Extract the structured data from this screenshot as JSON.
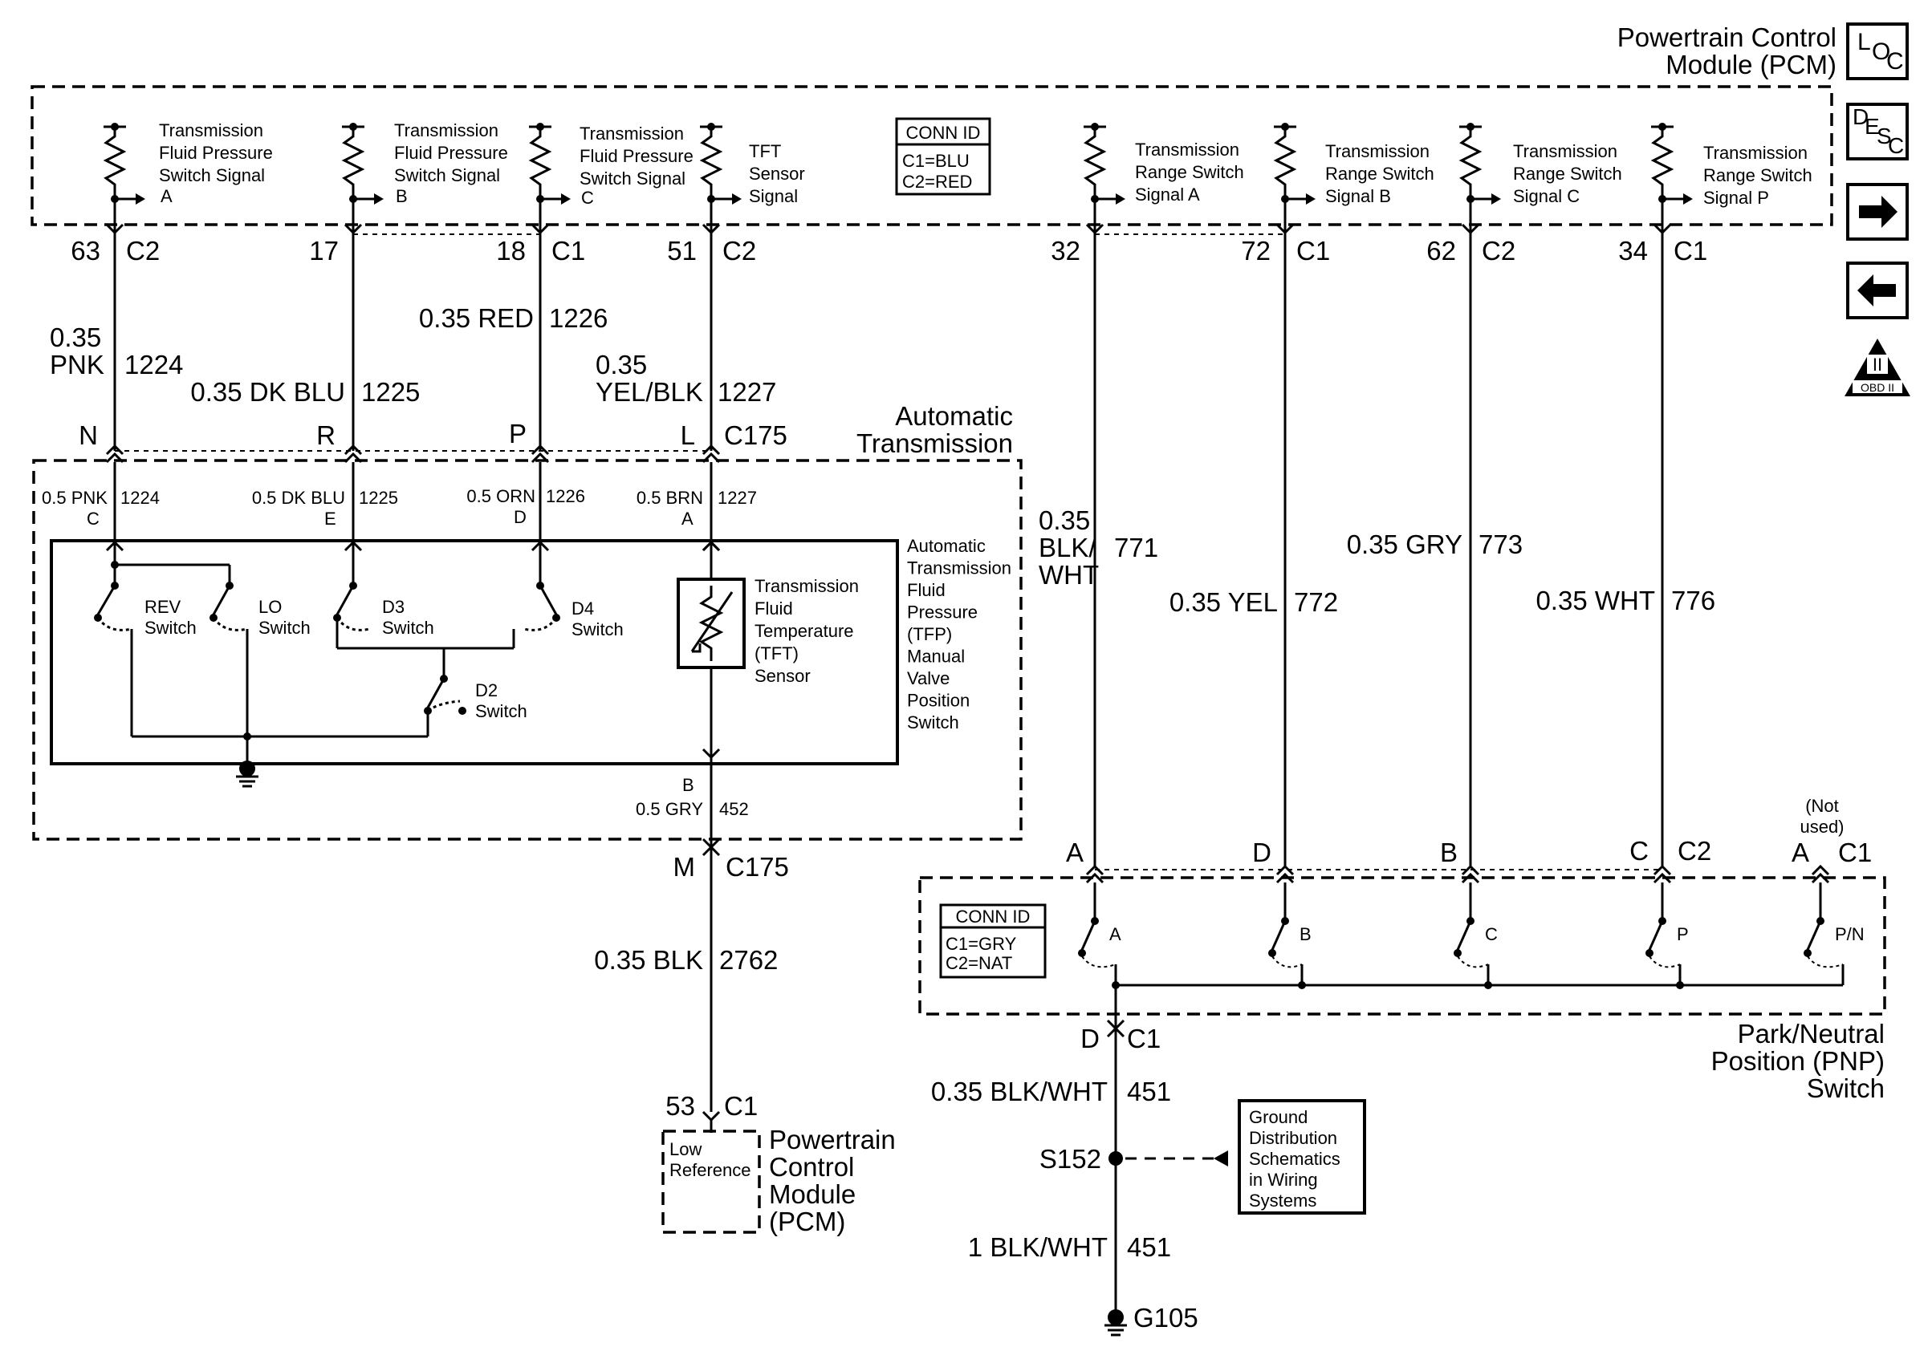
{
  "pcm_top": {
    "title1": "Powertrain Control",
    "title2": "Module (PCM)"
  },
  "legend_icons": {
    "loc": [
      "L",
      "O",
      "C"
    ],
    "desc": [
      "D",
      "E",
      "S",
      "C"
    ],
    "obd": "OBD II"
  },
  "conn_id_pcm": {
    "title": "CONN ID",
    "line1": "C1=BLU",
    "line2": "C2=RED"
  },
  "signals": [
    {
      "line1": "Transmission",
      "line2": "Fluid Pressure",
      "line3": "Switch Signal",
      "line4": "A"
    },
    {
      "line1": "Transmission",
      "line2": "Fluid Pressure",
      "line3": "Switch Signal",
      "line4": "B"
    },
    {
      "line1": "Transmission",
      "line2": "Fluid Pressure",
      "line3": "Switch Signal",
      "line4": "C"
    },
    {
      "line1": "TFT",
      "line2": "Sensor",
      "line3": "Signal",
      "line4": ""
    },
    {
      "line1": "Transmission",
      "line2": "Range Switch",
      "line3": "Signal A",
      "line4": ""
    },
    {
      "line1": "Transmission",
      "line2": "Range Switch",
      "line3": "Signal B",
      "line4": ""
    },
    {
      "line1": "Transmission",
      "line2": "Range Switch",
      "line3": "Signal C",
      "line4": ""
    },
    {
      "line1": "Transmission",
      "line2": "Range Switch",
      "line3": "Signal P",
      "line4": ""
    }
  ],
  "pins": [
    {
      "pin": "63",
      "conn": "C2"
    },
    {
      "pin": "17",
      "conn": ""
    },
    {
      "pin": "18",
      "conn": "C1"
    },
    {
      "pin": "51",
      "conn": "C2"
    },
    {
      "pin": "32",
      "conn": ""
    },
    {
      "pin": "72",
      "conn": "C1"
    },
    {
      "pin": "62",
      "conn": "C2"
    },
    {
      "pin": "34",
      "conn": "C1"
    }
  ],
  "wires_upper": [
    {
      "size": "0.35",
      "color": "PNK",
      "circuit": "1224"
    },
    {
      "label": "0.35 DK BLU",
      "circuit": "1225"
    },
    {
      "label": "0.35 RED",
      "circuit": "1226"
    },
    {
      "size": "0.35",
      "color": "YEL/BLK",
      "circuit": "1227"
    }
  ],
  "c175_top": {
    "pins": [
      "N",
      "R",
      "P",
      "L"
    ],
    "conn": "C175"
  },
  "auto_trans": {
    "title1": "Automatic",
    "title2": "Transmission"
  },
  "wires_inner": [
    {
      "label": "0.5 PNK",
      "circuit": "1224",
      "pin": "C"
    },
    {
      "label": "0.5 DK BLU",
      "circuit": "1225",
      "pin": "E"
    },
    {
      "label": "0.5 ORN",
      "circuit": "1226",
      "pin": "D"
    },
    {
      "label": "0.5 BRN",
      "circuit": "1227",
      "pin": "A"
    }
  ],
  "switches": {
    "rev": [
      "REV",
      "Switch"
    ],
    "lo": [
      "LO",
      "Switch"
    ],
    "d3": [
      "D3",
      "Switch"
    ],
    "d4": [
      "D4",
      "Switch"
    ],
    "d2": [
      "D2",
      "Switch"
    ]
  },
  "tft_sensor": [
    "Transmission",
    "Fluid",
    "Temperature",
    "(TFT)",
    "Sensor"
  ],
  "tfp_label": [
    "Automatic",
    "Transmission",
    "Fluid",
    "Pressure",
    "(TFP)",
    "Manual",
    "Valve",
    "Position",
    "Switch"
  ],
  "bottom_wire_in": {
    "pin": "B",
    "label": "0.5 GRY",
    "circuit": "452"
  },
  "c175_bottom": {
    "pin": "M",
    "conn": "C175"
  },
  "low_ref_wire": {
    "label": "0.35 BLK",
    "circuit": "2762"
  },
  "pcm_bottom": {
    "pin": "53",
    "conn": "C1",
    "box1": "Low",
    "box2": "Reference",
    "title": [
      "Powertrain",
      "Control",
      "Module",
      "(PCM)"
    ]
  },
  "range_wires": [
    {
      "size": "0.35",
      "color1": "BLK/",
      "color2": "WHT",
      "circuit": "771"
    },
    {
      "label": "0.35 YEL",
      "circuit": "772"
    },
    {
      "label": "0.35 GRY",
      "circuit": "773"
    },
    {
      "label": "0.35 WHT",
      "circuit": "776"
    }
  ],
  "pnp_pins": [
    {
      "pin": "A"
    },
    {
      "pin": "D"
    },
    {
      "pin": "B"
    },
    {
      "pin": "C",
      "conn": "C2"
    },
    {
      "pin": "A",
      "conn": "C1"
    }
  ],
  "not_used": [
    "(Not",
    "used)"
  ],
  "conn_id_pnp": {
    "title": "CONN ID",
    "line1": "C1=GRY",
    "line2": "C2=NAT"
  },
  "pnp_contacts": [
    "A",
    "B",
    "C",
    "P",
    "P/N"
  ],
  "pnp_title": [
    "Park/Neutral",
    "Position (PNP)",
    "Switch"
  ],
  "pnp_out": {
    "pin": "D",
    "conn": "C1"
  },
  "ground_wires": [
    {
      "label": "0.35 BLK/WHT",
      "circuit": "451"
    },
    {
      "label": "1 BLK/WHT",
      "circuit": "451"
    }
  ],
  "splice": "S152",
  "ground": "G105",
  "gnd_dist": [
    "Ground",
    "Distribution",
    "Schematics",
    "in Wiring",
    "Systems"
  ]
}
